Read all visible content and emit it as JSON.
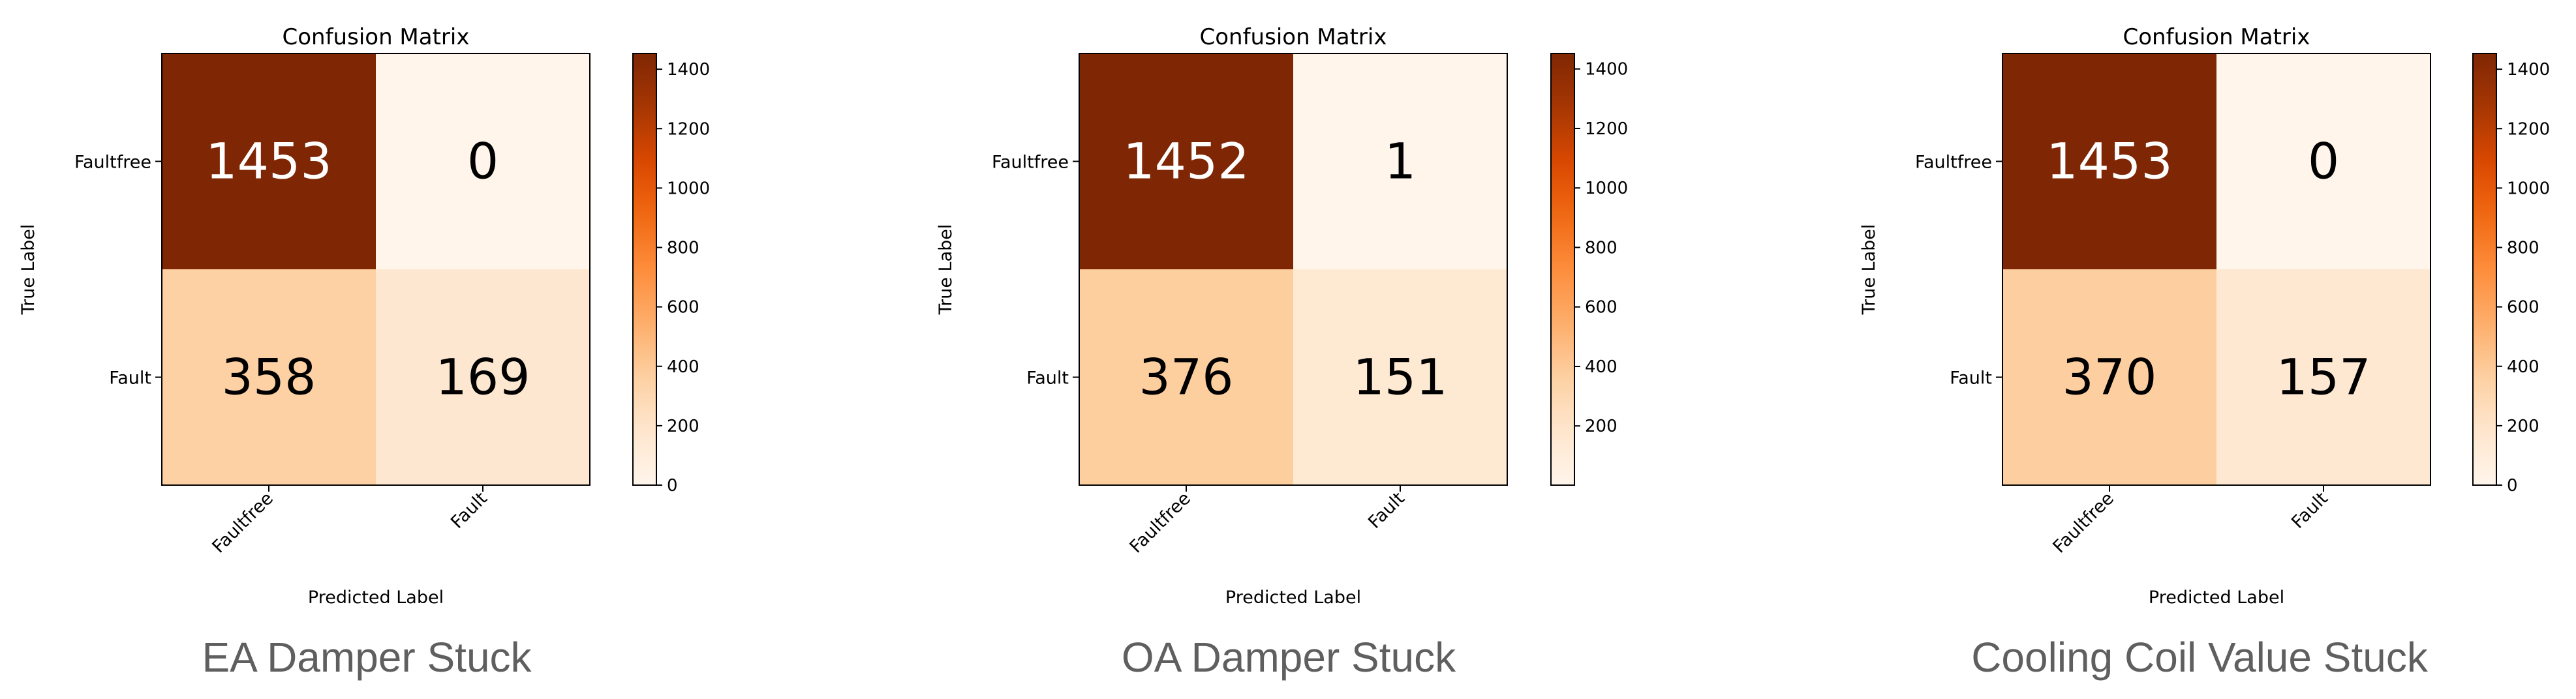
{
  "chart_data": [
    {
      "type": "heatmap",
      "title": "Confusion Matrix",
      "xlabel": "Predicted Label",
      "ylabel": "True Label",
      "x_categories": [
        "Faultfree",
        "Fault"
      ],
      "y_categories": [
        "Faultfree",
        "Fault"
      ],
      "values": [
        [
          1453,
          0
        ],
        [
          358,
          169
        ]
      ],
      "colormap": "Oranges",
      "colorbar": {
        "vmin": 0,
        "vmax": 1453,
        "ticks": [
          0,
          200,
          400,
          600,
          800,
          1000,
          1200,
          1400
        ]
      },
      "caption": "EA Damper Stuck"
    },
    {
      "type": "heatmap",
      "title": "Confusion Matrix",
      "xlabel": "Predicted Label",
      "ylabel": "True Label",
      "x_categories": [
        "Faultfree",
        "Fault"
      ],
      "y_categories": [
        "Faultfree",
        "Fault"
      ],
      "values": [
        [
          1452,
          1
        ],
        [
          376,
          151
        ]
      ],
      "colormap": "Oranges",
      "colorbar": {
        "vmin": 1,
        "vmax": 1452,
        "ticks": [
          200,
          400,
          600,
          800,
          1000,
          1200,
          1400
        ]
      },
      "caption": "OA Damper Stuck"
    },
    {
      "type": "heatmap",
      "title": "Confusion Matrix",
      "xlabel": "Predicted Label",
      "ylabel": "True Label",
      "x_categories": [
        "Faultfree",
        "Fault"
      ],
      "y_categories": [
        "Faultfree",
        "Fault"
      ],
      "values": [
        [
          1453,
          0
        ],
        [
          370,
          157
        ]
      ],
      "colormap": "Oranges",
      "colorbar": {
        "vmin": 0,
        "vmax": 1453,
        "ticks": [
          0,
          200,
          400,
          600,
          800,
          1000,
          1200,
          1400
        ]
      },
      "caption": "Cooling Coil Value Stuck"
    }
  ]
}
